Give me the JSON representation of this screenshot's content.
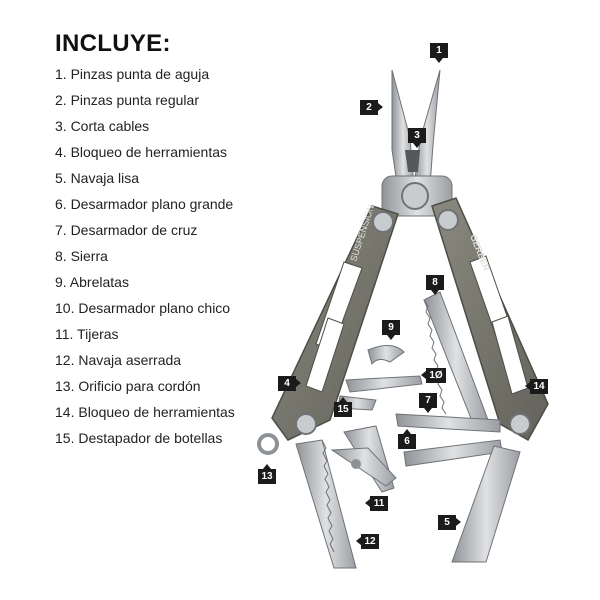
{
  "heading": "INCLUYE:",
  "features": [
    "1. Pinzas punta de aguja",
    "2. Pinzas punta regular",
    "3. Corta cables",
    "4. Bloqueo de herramientas",
    "5. Navaja lisa",
    "6. Desarmador plano grande",
    "7. Desarmador de cruz",
    "8. Sierra",
    "9. Abrelatas",
    "10. Desarmador plano chico",
    "11. Tijeras",
    "12. Navaja aserrada",
    "13. Orificio para cordón",
    "14. Bloqueo de herramientas",
    "15. Destapador de botellas"
  ],
  "callouts": [
    "1",
    "2",
    "3",
    "4",
    "5",
    "6",
    "7",
    "8",
    "9",
    "1Ø",
    "11",
    "12",
    "13",
    "14",
    "15"
  ],
  "handle_brand": "GERBER",
  "handle_model": "SUSPENSION",
  "colors": {
    "handle": "#7d7d74",
    "steel": "#b9bcbf",
    "steel_dark": "#8e9296",
    "callout_bg": "#1b1b1b"
  }
}
